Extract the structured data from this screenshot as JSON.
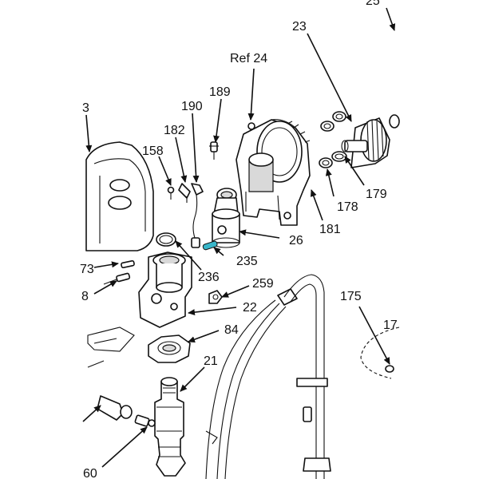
{
  "callouts": {
    "c23": "23",
    "c25": "25",
    "ref24": "Ref 24",
    "c189": "189",
    "c190": "190",
    "c182": "182",
    "c158": "158",
    "c179": "179",
    "c178": "178",
    "c181": "181",
    "c26": "26",
    "c235": "235",
    "c236": "236",
    "c259": "259",
    "c22": "22",
    "c84": "84",
    "c21": "21",
    "c175": "175",
    "c17x": "17",
    "c3": "3",
    "c73": "73",
    "c8": "8",
    "c60": "60"
  },
  "colors": {
    "highlight_part": "#38b6c9",
    "line": "#111111",
    "shade": "#d9d9d9"
  }
}
